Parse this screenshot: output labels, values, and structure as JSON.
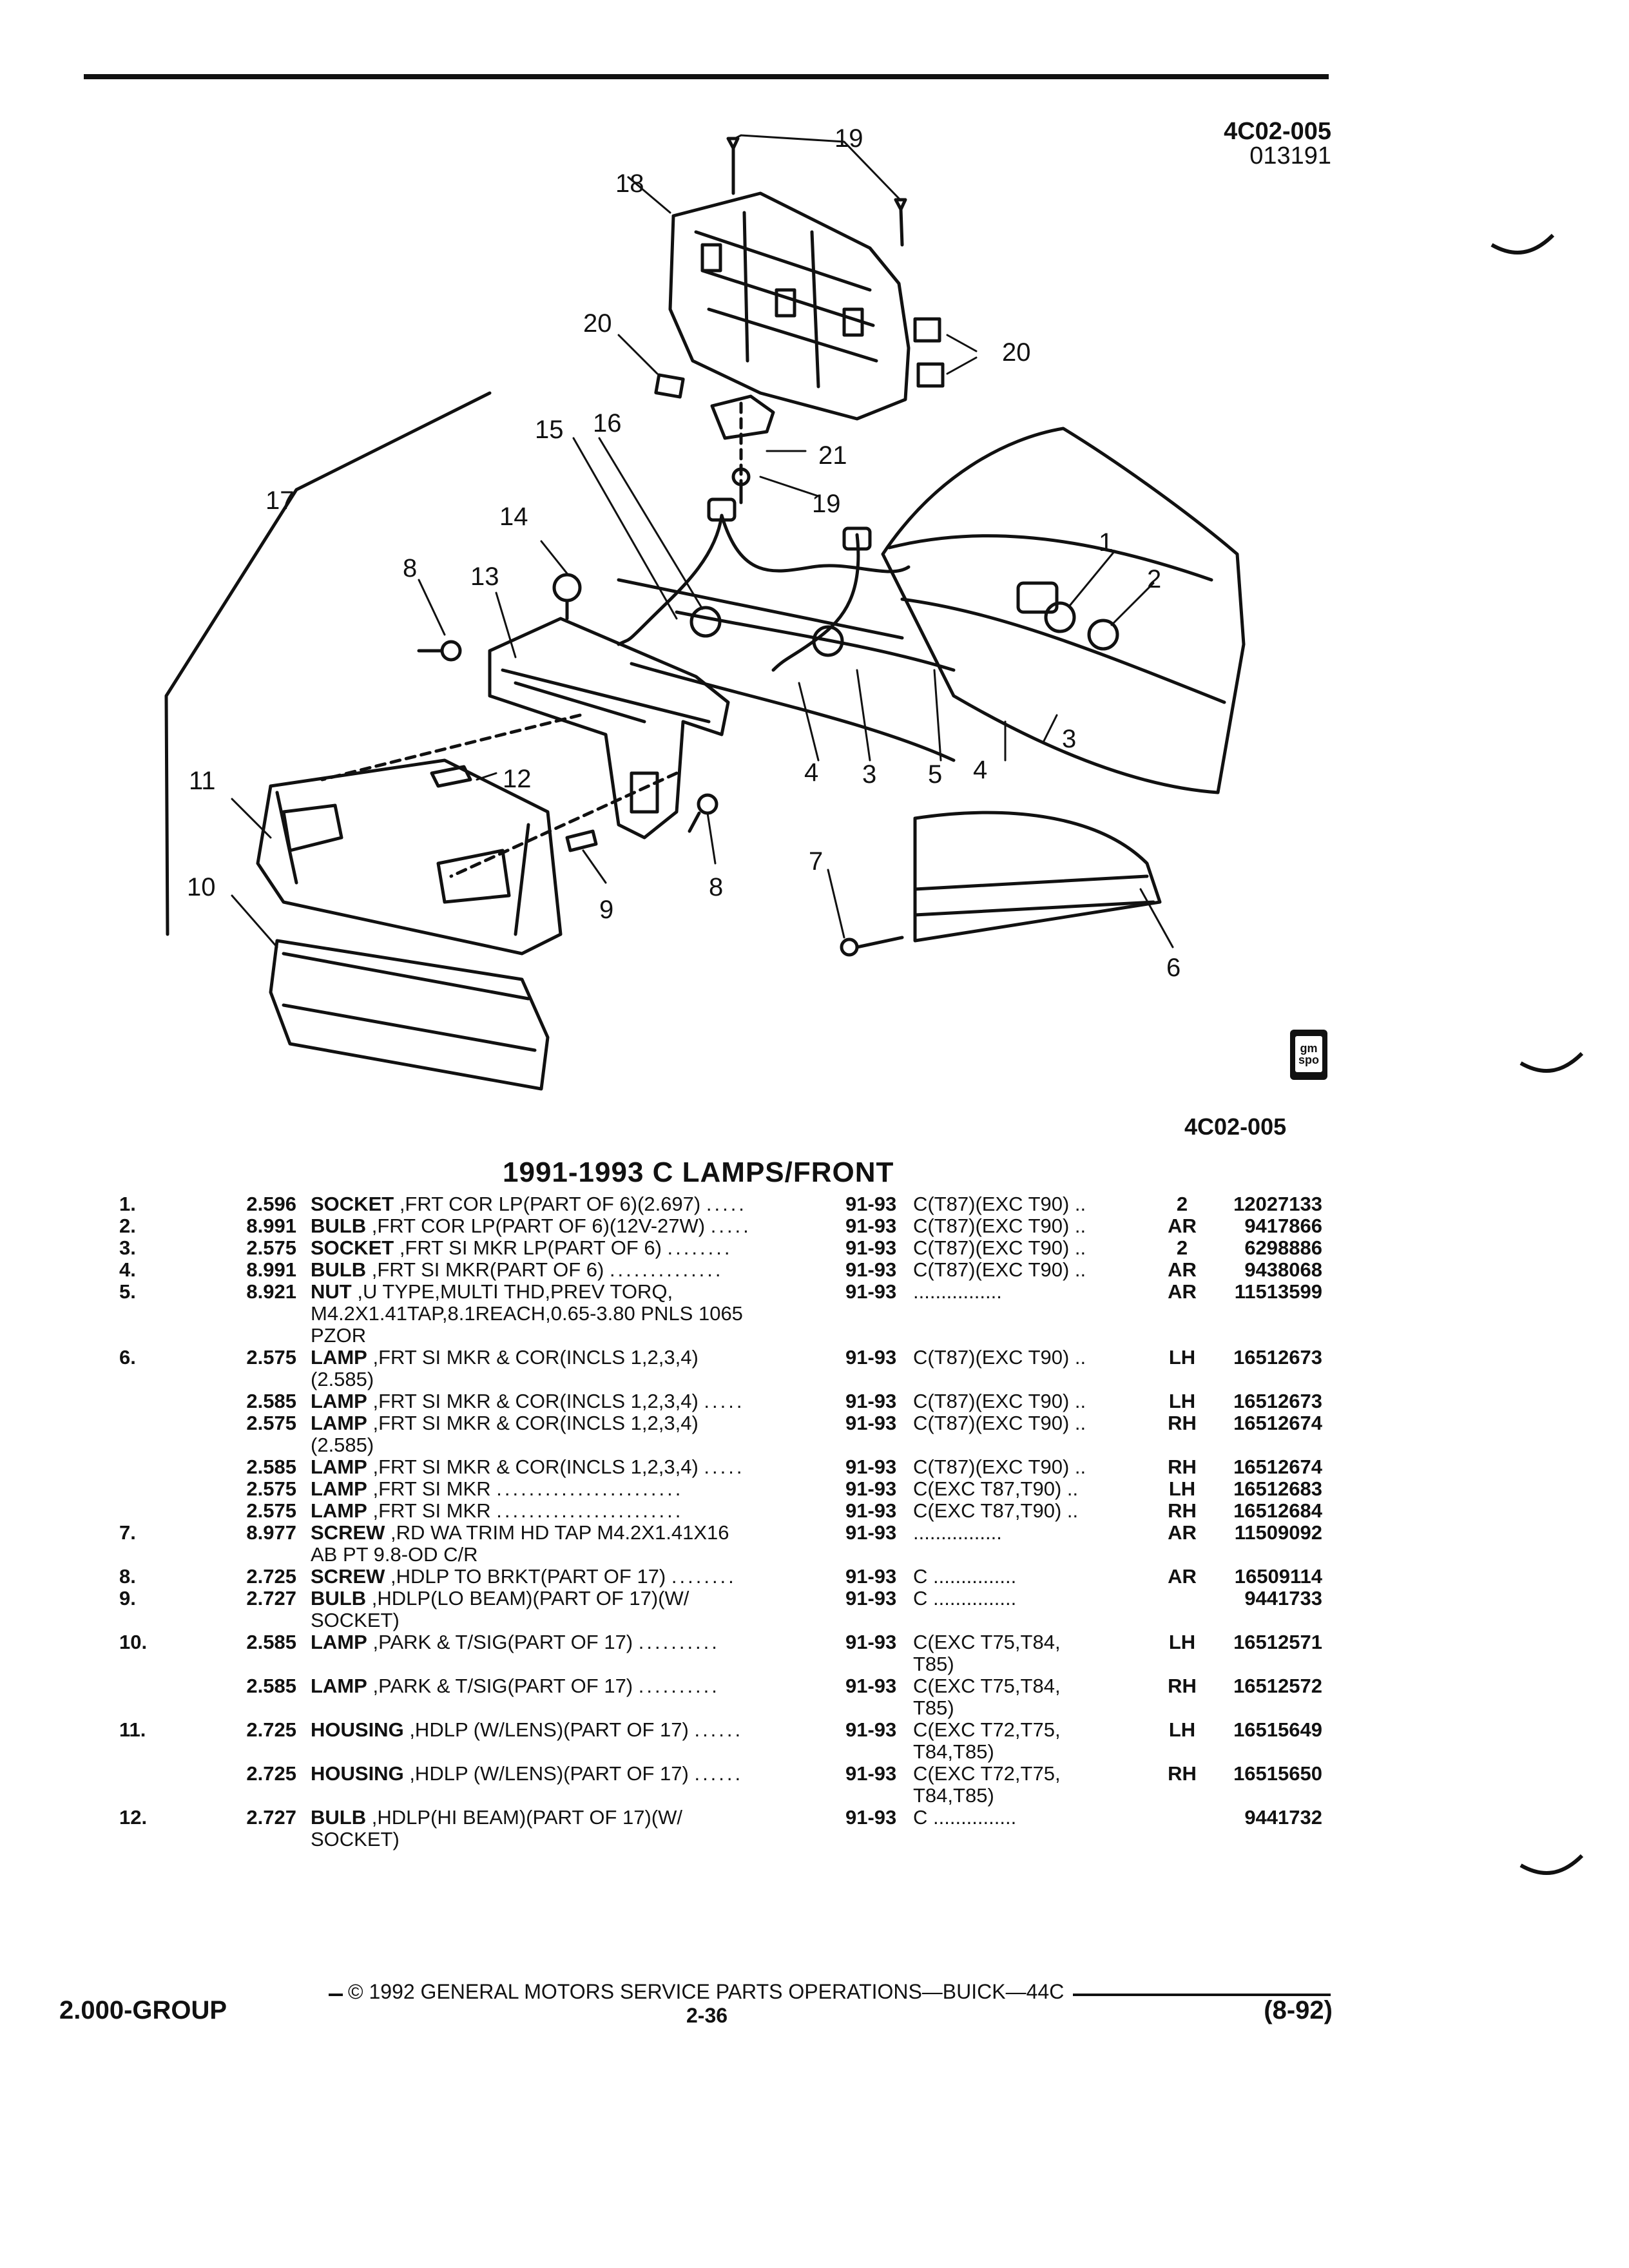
{
  "header": {
    "ref_code": "4C02-005",
    "ref_sub": "013191"
  },
  "figure": {
    "code": "4C02-005",
    "logo_text": [
      "gm",
      "spo"
    ],
    "callouts": [
      "19",
      "18",
      "20",
      "20",
      "15",
      "16",
      "21",
      "17",
      "19",
      "14",
      "8",
      "13",
      "1",
      "2",
      "4",
      "3",
      "5",
      "4",
      "3",
      "11",
      "12",
      "10",
      "9",
      "8",
      "7",
      "6"
    ]
  },
  "title": "1991-1993 C LAMPS/FRONT",
  "rows": [
    {
      "item": "1.",
      "group": "2.596",
      "name": "SOCKET",
      "desc_lines": [
        ",FRT COR LP(PART OF 6)(2.697)"
      ],
      "dots": ".....",
      "year": "91-93",
      "series_lines": [
        "C(T87)(EXC T90) .."
      ],
      "qty": "2",
      "part": "12027133"
    },
    {
      "item": "2.",
      "group": "8.991",
      "name": "BULB",
      "desc_lines": [
        ",FRT COR LP(PART OF 6)(12V-27W)"
      ],
      "dots": ".....",
      "year": "91-93",
      "series_lines": [
        "C(T87)(EXC T90) .."
      ],
      "qty": "AR",
      "part": "9417866"
    },
    {
      "item": "3.",
      "group": "2.575",
      "name": "SOCKET",
      "desc_lines": [
        ",FRT SI MKR LP(PART OF 6)"
      ],
      "dots": "........",
      "year": "91-93",
      "series_lines": [
        "C(T87)(EXC T90) .."
      ],
      "qty": "2",
      "part": "6298886"
    },
    {
      "item": "4.",
      "group": "8.991",
      "name": "BULB",
      "desc_lines": [
        ",FRT SI MKR(PART OF 6)"
      ],
      "dots": "..............",
      "year": "91-93",
      "series_lines": [
        "C(T87)(EXC T90) .."
      ],
      "qty": "AR",
      "part": "9438068"
    },
    {
      "item": "5.",
      "group": "8.921",
      "name": "NUT",
      "desc_lines": [
        ",U TYPE,MULTI THD,PREV TORQ,",
        "M4.2X1.41TAP,8.1REACH,0.65-3.80 PNLS 1065",
        "PZOR"
      ],
      "dots": "",
      "year": "91-93",
      "series_lines": [
        "................"
      ],
      "qty": "AR",
      "part": "11513599"
    },
    {
      "item": "6.",
      "group": "2.575",
      "name": "LAMP",
      "desc_lines": [
        ",FRT SI MKR & COR(INCLS 1,2,3,4)",
        "(2.585)"
      ],
      "dots": "",
      "year": "91-93",
      "series_lines": [
        "C(T87)(EXC T90) .."
      ],
      "qty": "LH",
      "part": "16512673"
    },
    {
      "item": "",
      "group": "2.585",
      "name": "LAMP",
      "desc_lines": [
        ",FRT SI MKR & COR(INCLS 1,2,3,4)"
      ],
      "dots": ".....",
      "year": "91-93",
      "series_lines": [
        "C(T87)(EXC T90) .."
      ],
      "qty": "LH",
      "part": "16512673"
    },
    {
      "item": "",
      "group": "2.575",
      "name": "LAMP",
      "desc_lines": [
        ",FRT SI MKR & COR(INCLS 1,2,3,4)",
        "(2.585)"
      ],
      "dots": "",
      "year": "91-93",
      "series_lines": [
        "C(T87)(EXC T90) .."
      ],
      "qty": "RH",
      "part": "16512674"
    },
    {
      "item": "",
      "group": "2.585",
      "name": "LAMP",
      "desc_lines": [
        ",FRT SI MKR & COR(INCLS 1,2,3,4)"
      ],
      "dots": ".....",
      "year": "91-93",
      "series_lines": [
        "C(T87)(EXC T90) .."
      ],
      "qty": "RH",
      "part": "16512674"
    },
    {
      "item": "",
      "group": "2.575",
      "name": "LAMP",
      "desc_lines": [
        ",FRT SI MKR"
      ],
      "dots": ".......................",
      "year": "91-93",
      "series_lines": [
        "C(EXC T87,T90) .."
      ],
      "qty": "LH",
      "part": "16512683"
    },
    {
      "item": "",
      "group": "2.575",
      "name": "LAMP",
      "desc_lines": [
        ",FRT SI MKR"
      ],
      "dots": ".......................",
      "year": "91-93",
      "series_lines": [
        "C(EXC T87,T90) .."
      ],
      "qty": "RH",
      "part": "16512684"
    },
    {
      "item": "7.",
      "group": "8.977",
      "name": "SCREW",
      "desc_lines": [
        ",RD WA TRIM HD TAP M4.2X1.41X16",
        "AB PT 9.8-OD C/R"
      ],
      "dots": "",
      "year": "91-93",
      "series_lines": [
        "................"
      ],
      "qty": "AR",
      "part": "11509092"
    },
    {
      "item": "8.",
      "group": "2.725",
      "name": "SCREW",
      "desc_lines": [
        ",HDLP TO BRKT(PART OF 17)"
      ],
      "dots": "........",
      "year": "91-93",
      "series_lines": [
        "C ..............."
      ],
      "qty": "AR",
      "part": "16509114"
    },
    {
      "item": "9.",
      "group": "2.727",
      "name": "BULB",
      "desc_lines": [
        ",HDLP(LO BEAM)(PART OF 17)(W/",
        "SOCKET)"
      ],
      "dots": "",
      "year": "91-93",
      "series_lines": [
        "C ..............."
      ],
      "qty": "",
      "part": "9441733"
    },
    {
      "item": "10.",
      "group": "2.585",
      "name": "LAMP",
      "desc_lines": [
        ",PARK & T/SIG(PART OF 17)"
      ],
      "dots": "..........",
      "year": "91-93",
      "series_lines": [
        "C(EXC T75,T84,",
        "T85)"
      ],
      "qty": "LH",
      "part": "16512571"
    },
    {
      "item": "",
      "group": "2.585",
      "name": "LAMP",
      "desc_lines": [
        ",PARK & T/SIG(PART OF 17)"
      ],
      "dots": "..........",
      "year": "91-93",
      "series_lines": [
        "C(EXC T75,T84,",
        "T85)"
      ],
      "qty": "RH",
      "part": "16512572"
    },
    {
      "item": "11.",
      "group": "2.725",
      "name": "HOUSING",
      "desc_lines": [
        ",HDLP (W/LENS)(PART OF 17)"
      ],
      "dots": "......",
      "year": "91-93",
      "series_lines": [
        "C(EXC T72,T75,",
        "T84,T85)"
      ],
      "qty": "LH",
      "part": "16515649"
    },
    {
      "item": "",
      "group": "2.725",
      "name": "HOUSING",
      "desc_lines": [
        ",HDLP (W/LENS)(PART OF 17)"
      ],
      "dots": "......",
      "year": "91-93",
      "series_lines": [
        "C(EXC T72,T75,",
        "T84,T85)"
      ],
      "qty": "RH",
      "part": "16515650"
    },
    {
      "item": "12.",
      "group": "2.727",
      "name": "BULB",
      "desc_lines": [
        ",HDLP(HI BEAM)(PART OF 17)(W/",
        "SOCKET)"
      ],
      "dots": "",
      "year": "91-93",
      "series_lines": [
        "C ..............."
      ],
      "qty": "",
      "part": "9441732"
    }
  ],
  "footer": {
    "copyright": "© 1992 GENERAL MOTORS SERVICE PARTS OPERATIONS—BUICK—44C",
    "page": "2-36",
    "group": "2.000-GROUP",
    "revision": "(8-92)"
  }
}
